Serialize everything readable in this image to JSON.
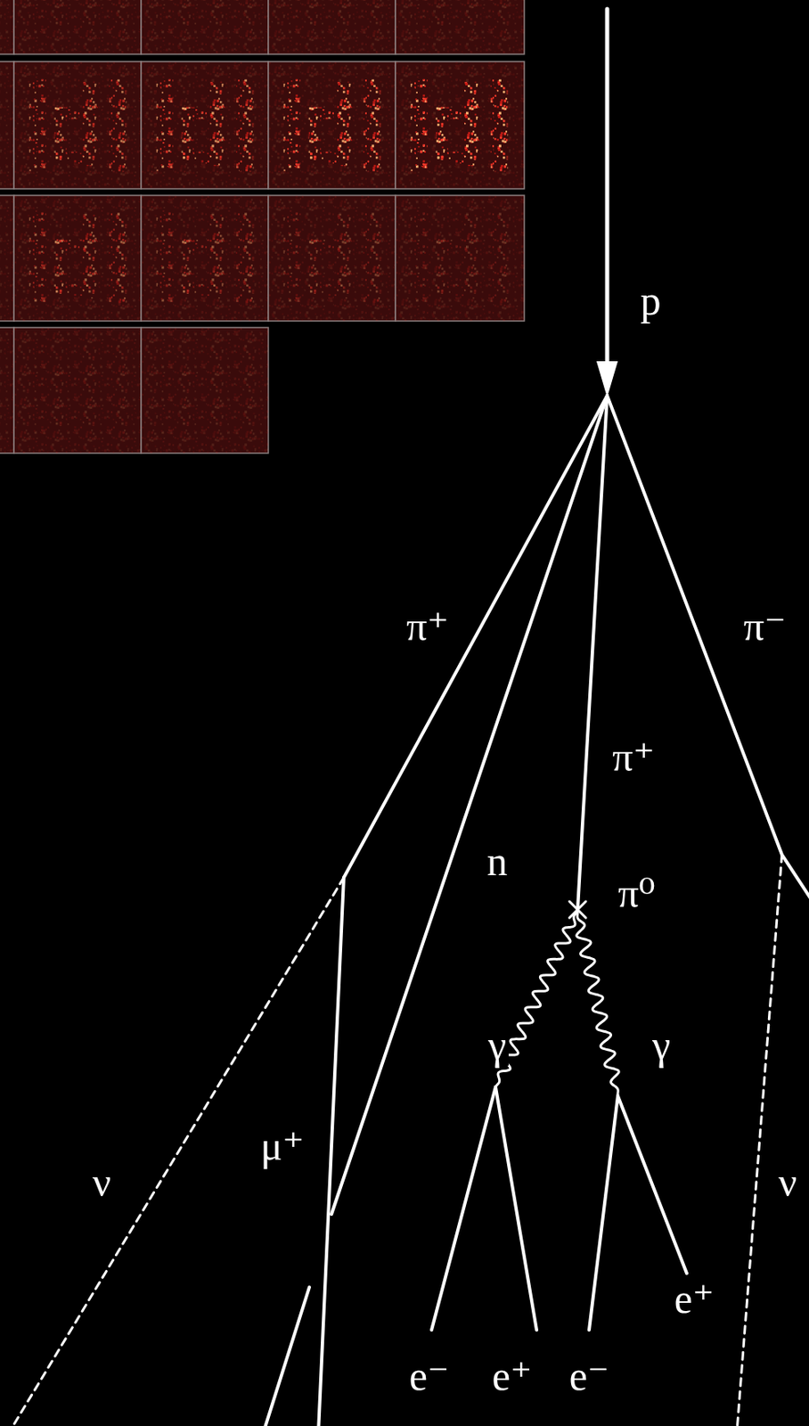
{
  "diagram": {
    "labels": [
      "p",
      "π⁺",
      "π⁻",
      "π⁺",
      "n",
      "π⁰",
      "γ",
      "γ",
      "μ⁺",
      "ν",
      "ν",
      "e⁺",
      "e⁻",
      "e⁺",
      "e⁻"
    ]
  }
}
